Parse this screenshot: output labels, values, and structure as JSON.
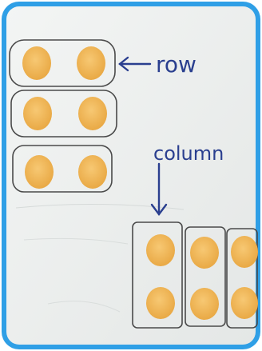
{
  "photo": {
    "border_color": "#2f9fe6",
    "board_color": "#eef0ef",
    "counter_color": "#f2b85a",
    "ink_color": "#2a3f8f",
    "pencil_color": "#4a4a4a"
  },
  "annotations": {
    "row_label": "row",
    "column_label": "column"
  },
  "rows_group": {
    "count": 3,
    "counters_per_row": 2
  },
  "columns_group": {
    "count": 3,
    "counters_per_column": 2
  }
}
